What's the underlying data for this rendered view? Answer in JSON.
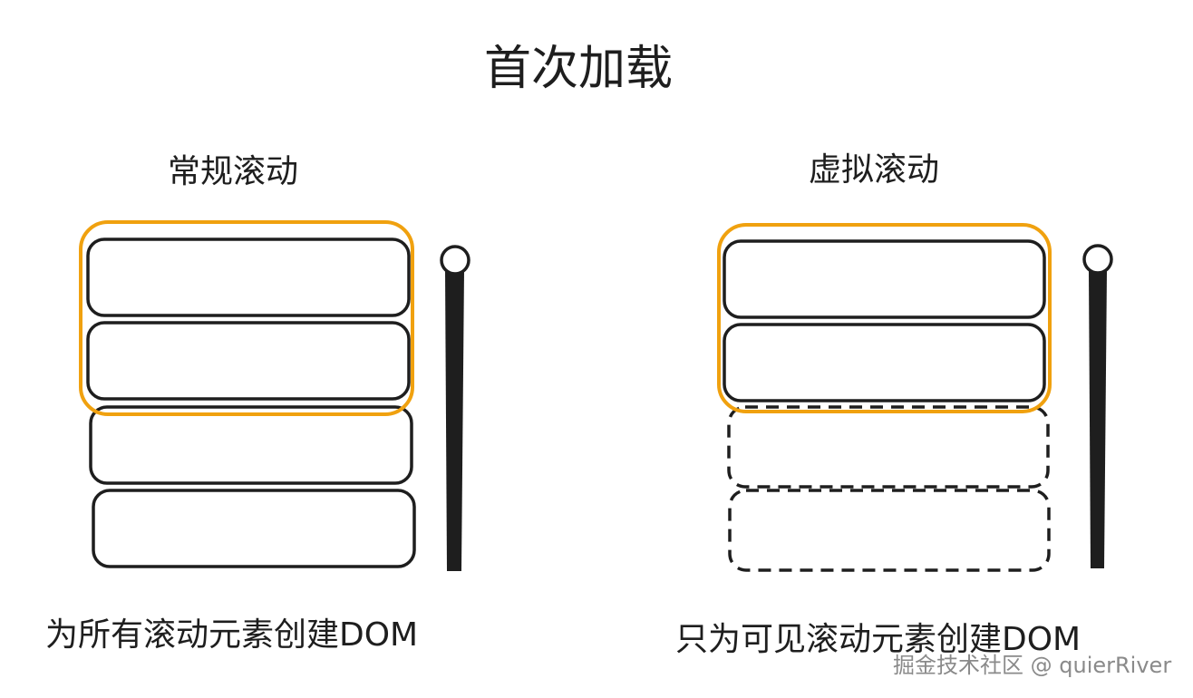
{
  "title": "首次加载",
  "left": {
    "heading": "常规滚动",
    "caption": "为所有滚动元素创建DOM"
  },
  "right": {
    "heading": "虚拟滚动",
    "caption": "只为可见滚动元素创建DOM"
  },
  "watermark": "掘金技术社区 @ quierRiver",
  "colors": {
    "viewport_highlight": "#f0a10f",
    "stroke": "#1e1e1e",
    "watermark": "#8a8a8a"
  }
}
